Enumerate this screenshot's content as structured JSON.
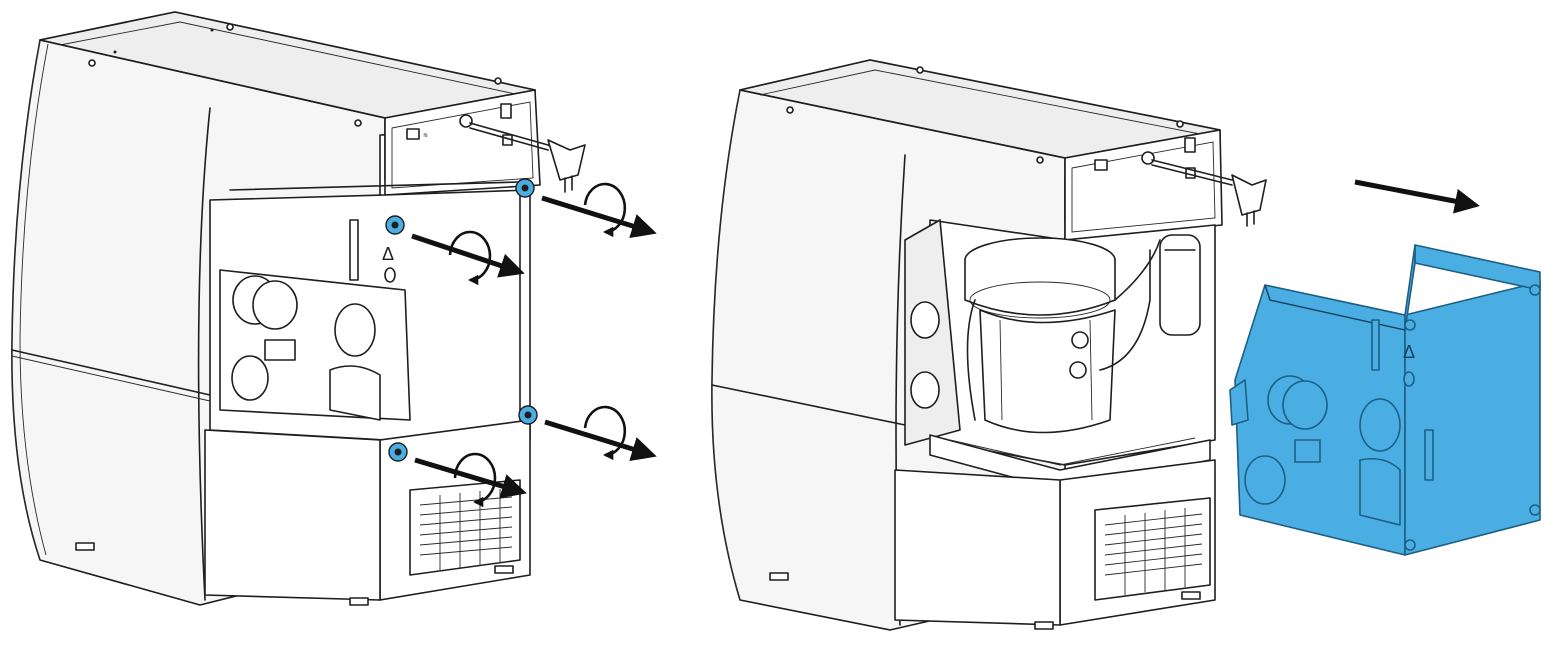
{
  "figure": {
    "colors": {
      "outline": "#1e1e1e",
      "removable_panel": "#4aaee3",
      "screw_highlight": "#4aaee3",
      "background": "#ffffff"
    },
    "steps": [
      {
        "icon": "unscrew-rotation-arrow-icon",
        "count": 4
      },
      {
        "icon": "slide-out-arrow-icon",
        "count": 1
      }
    ],
    "panel_symbols": {
      "triangle": "Δ",
      "circle": "O"
    }
  }
}
